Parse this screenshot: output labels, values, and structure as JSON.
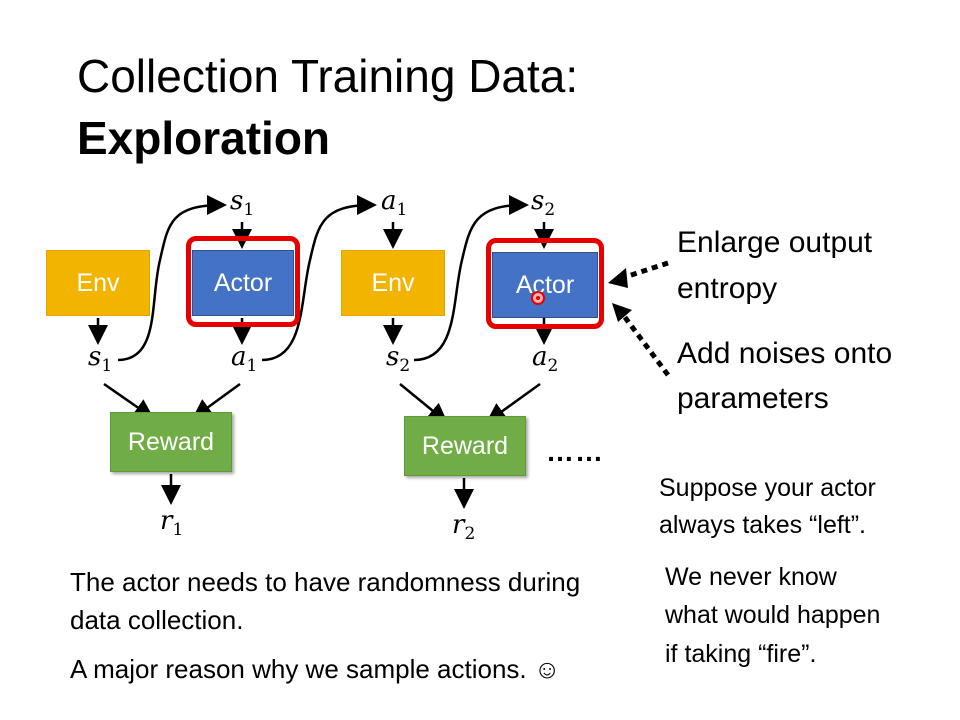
{
  "title": {
    "line1": "Collection Training Data:",
    "line2": "Exploration"
  },
  "diagram": {
    "env_label": "Env",
    "actor_label": "Actor",
    "reward_label": "Reward",
    "ellipsis": "……",
    "vars": {
      "s": "s",
      "a": "a",
      "r": "r",
      "sub1": "1",
      "sub2": "2"
    }
  },
  "right_notes": {
    "enlarge_line1": "Enlarge output",
    "enlarge_line2": "entropy",
    "noise_line1": "Add noises onto",
    "noise_line2": "parameters"
  },
  "example": {
    "suppose_line1": "Suppose your actor",
    "suppose_line2": "always takes “left”.",
    "never_line1": "We never know",
    "never_line2": "what would happen",
    "never_line3": "if taking “fire”."
  },
  "bottom": {
    "line1": "The actor needs to have randomness during",
    "line2": "data collection.",
    "line3": "A major reason why we sample actions. ☺"
  },
  "colors": {
    "env": "#f3b400",
    "actor": "#4472c4",
    "reward": "#70ad47",
    "highlight": "#e60000"
  }
}
